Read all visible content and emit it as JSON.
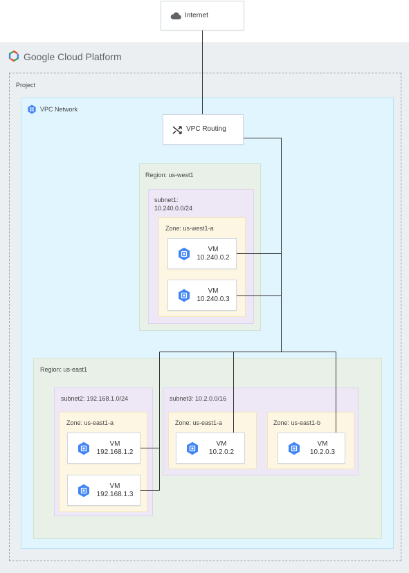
{
  "platform": {
    "title": "Google Cloud Platform",
    "logo_icon": "gcp-hexagon-logo"
  },
  "internet": {
    "label": "Internet",
    "icon": "cloud-icon"
  },
  "project": {
    "label": "Project"
  },
  "vpc": {
    "label": "VPC Network",
    "icon": "vpc-network-icon"
  },
  "routing": {
    "label": "VPC Routing",
    "icon": "shuffle-icon"
  },
  "regions": [
    {
      "label": "Region: us-west1",
      "subnets": [
        {
          "label": "subnet1:\n10.240.0.0/24",
          "zones": [
            {
              "label": "Zone: us-west1-a",
              "vms": [
                {
                  "name": "VM",
                  "ip": "10.240.0.2"
                },
                {
                  "name": "VM",
                  "ip": "10.240.0.3"
                }
              ]
            }
          ]
        }
      ]
    },
    {
      "label": "Region: us-east1",
      "subnets": [
        {
          "label": "subnet2: 192.168.1.0/24",
          "zones": [
            {
              "label": "Zone: us-east1-a",
              "vms": [
                {
                  "name": "VM",
                  "ip": "192.168.1.2"
                },
                {
                  "name": "VM",
                  "ip": "192.168.1.3"
                }
              ]
            }
          ]
        },
        {
          "label": "subnet3: 10.2.0.0/16",
          "zones": [
            {
              "label": "Zone: us-east1-a",
              "vms": [
                {
                  "name": "VM",
                  "ip": "10.2.0.2"
                }
              ]
            },
            {
              "label": "Zone: us-east1-b",
              "vms": [
                {
                  "name": "VM",
                  "ip": "10.2.0.3"
                }
              ]
            }
          ]
        }
      ]
    }
  ],
  "colors": {
    "gcp_background": "#eceff1",
    "vpc_fill": "#e1f5fe",
    "region_fill": "#e8f0e8",
    "subnet_fill": "#ede7f6",
    "zone_fill": "#fdf6e3",
    "compute_icon_blue": "#4285f4",
    "connector": "#333333"
  }
}
